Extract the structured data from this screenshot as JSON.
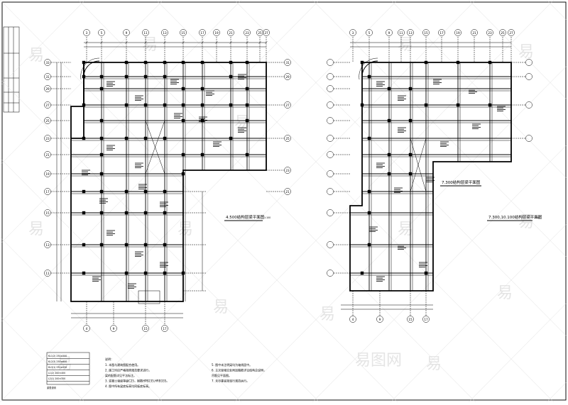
{
  "drawing": {
    "left_plan": {
      "title": "4.500结构层梁平面图",
      "scale": "1:100",
      "axes_top": [
        "3",
        "5",
        "9",
        "11",
        "13",
        "15",
        "17",
        "19",
        "21",
        "23",
        "25",
        "27"
      ],
      "axes_bottom": [
        "4",
        "9",
        "15",
        "17"
      ],
      "axes_left": [
        "33",
        "31",
        "29",
        "27",
        "25",
        "23",
        "21",
        "19",
        "17",
        "15",
        "13",
        "11"
      ],
      "axes_right": [
        "31",
        "29",
        "27",
        "25",
        "23",
        "21"
      ]
    },
    "right_plan": {
      "title_a": "7.300结构层梁平面图",
      "title_b": "7.300,10.100结构层梁平面图",
      "scale": "1:100",
      "axes_top": [
        "3",
        "5",
        "9",
        "11",
        "13",
        "15",
        "17",
        "19",
        "21",
        "23",
        "25",
        "27"
      ],
      "axes_bottom": [
        "4",
        "9",
        "15",
        "17"
      ]
    },
    "notes": {
      "heading": "说明：",
      "lines_left": [
        "1. 本图与建筑图配合使用。",
        "2. 施工时应严格按照规范要求进行，",
        "   梁的配筋详见平法标注。",
        "3. 混凝土强度等级C25，钢筋HPB235,HRB335。",
        "4. 图中所有梁底标高均同板底标高。"
      ],
      "lines_right": [
        "5. 图中未注明梁均为轴线居中。",
        "6. 主次梁相交处附加箍筋详见结构总说明，",
        "   吊筋见平面图。",
        "7. 未尽事宜按现行规范执行。"
      ]
    },
    "legend": {
      "rows": [
        "KL1(2) 250×500",
        "KL2(3) 250×600",
        "KL3(1) 250×450",
        "L1(2) 200×400",
        "L2(1) 200×350"
      ],
      "footer": "梁表说明"
    },
    "watermark": "易图网"
  }
}
